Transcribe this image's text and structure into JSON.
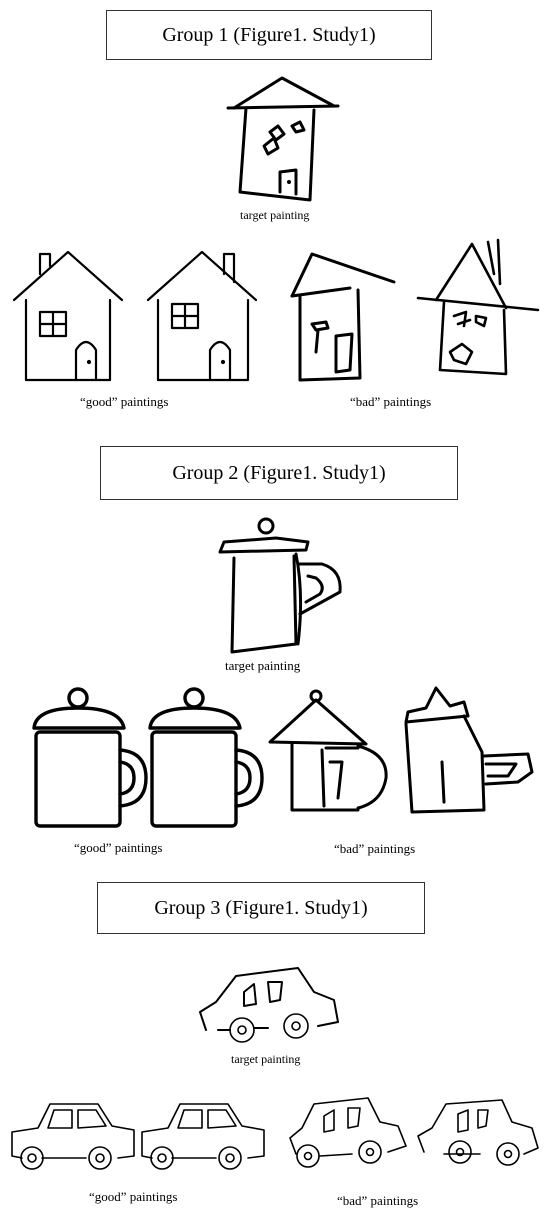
{
  "groups": [
    {
      "title": "Group 1 (Figure1. Study1)",
      "target_caption": "target painting",
      "good_caption": "“good” paintings",
      "bad_caption": "“bad”  paintings"
    },
    {
      "title": "Group 2 (Figure1. Study1)",
      "target_caption": "target painting",
      "good_caption": "“good” paintings",
      "bad_caption": "“bad”  paintings"
    },
    {
      "title": "Group 3 (Figure1. Study1)",
      "target_caption": "target painting",
      "good_caption": "“good” paintings",
      "bad_caption": "“bad”  paintings"
    }
  ]
}
